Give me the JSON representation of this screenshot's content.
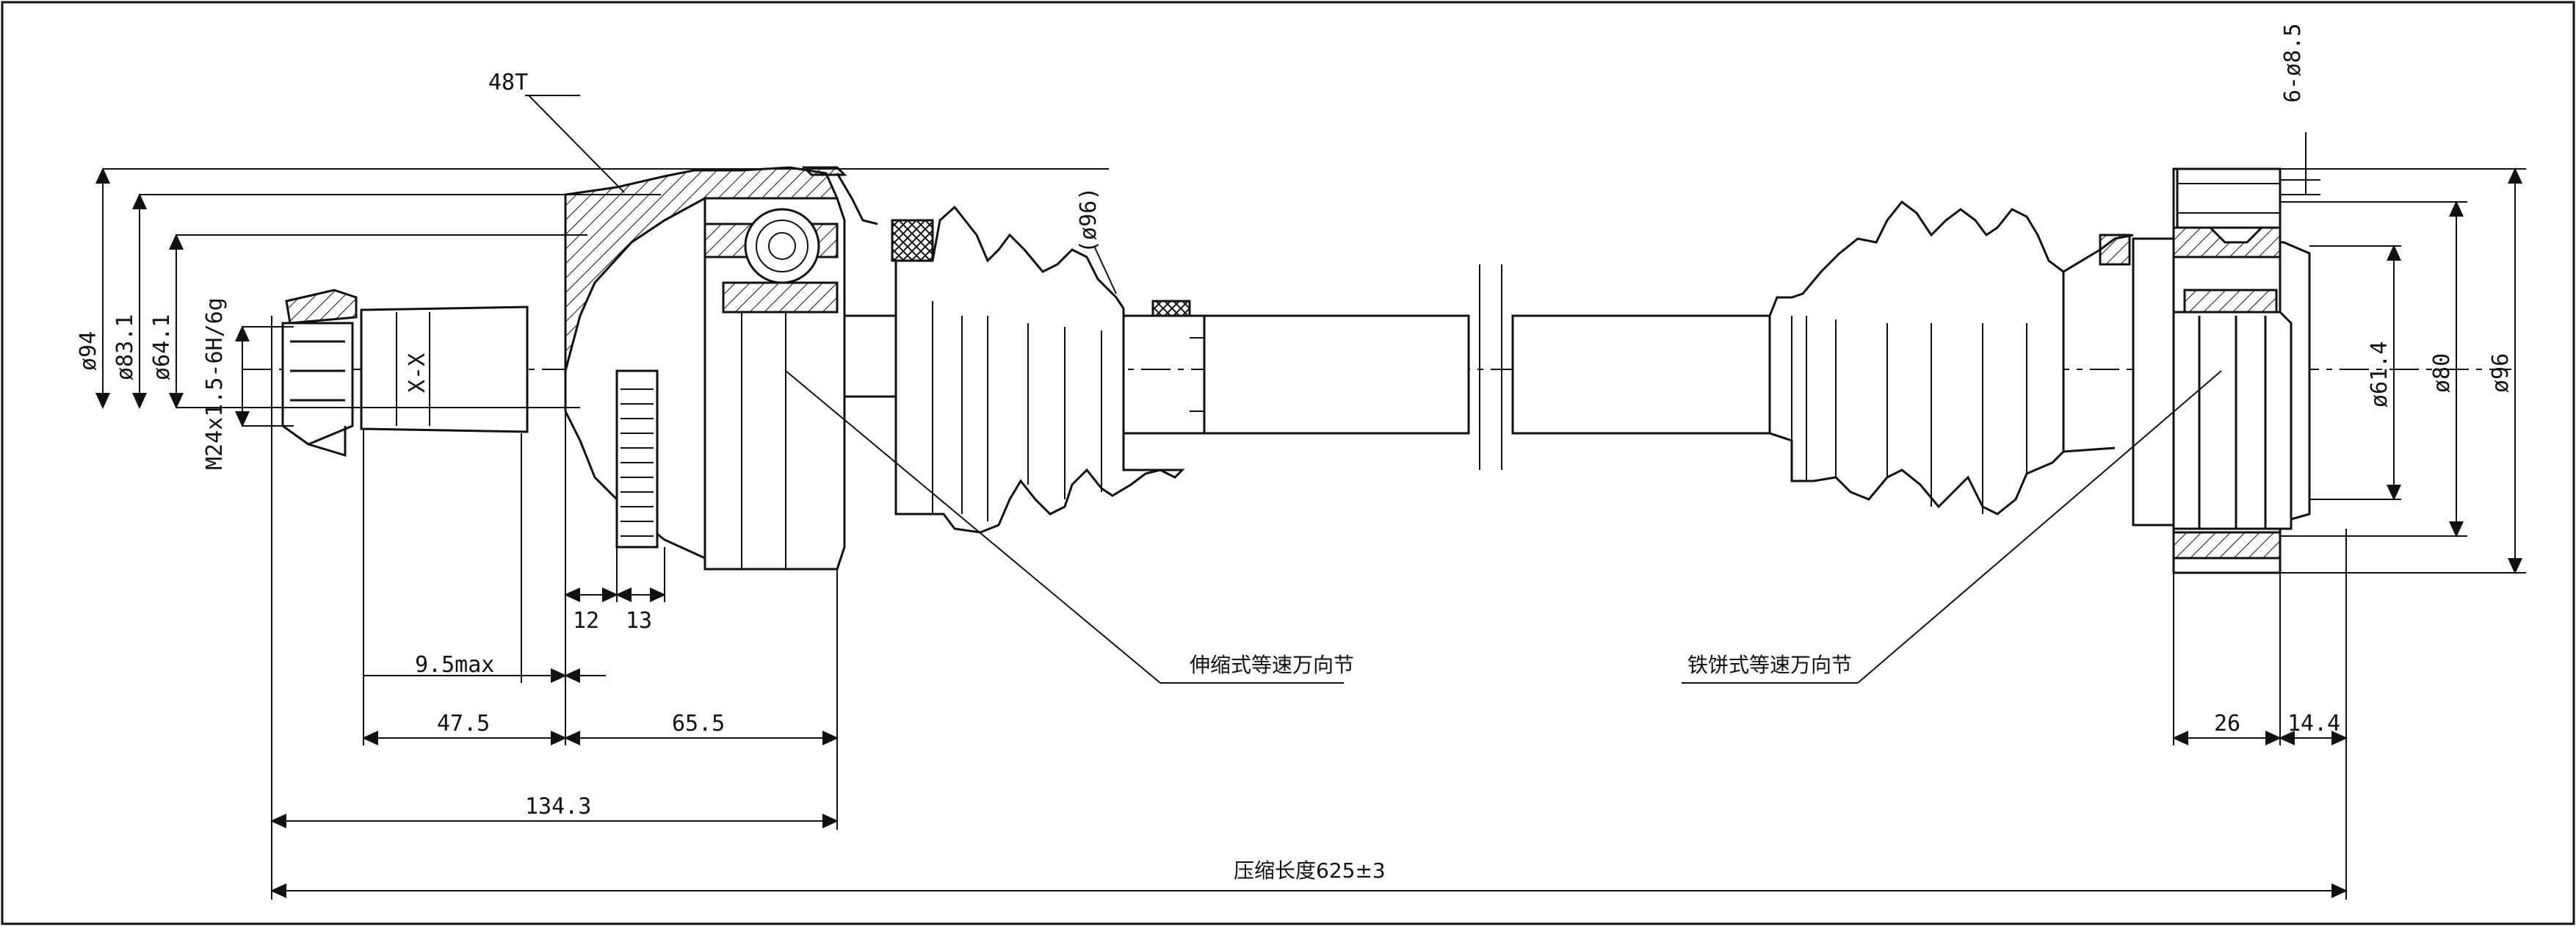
{
  "colors": {
    "ink": "#111111",
    "paper": "#ffffff"
  },
  "labels": {
    "teeth": "48T",
    "holes": "6-ø8.5",
    "section": "X-X",
    "thread": "M24x1.5-6H/6g",
    "joint_left": "伸缩式等速万向节",
    "joint_right": "铁饼式等速万向节",
    "boot_dia": "(ø96)"
  },
  "diameters_left": {
    "d94": "ø94",
    "d83": "ø83.1",
    "d64": "ø64.1"
  },
  "diameters_right": {
    "d61": "ø61.4",
    "d80": "ø80",
    "d96": "ø96"
  },
  "dimensions": {
    "d12": "12",
    "d13": "13",
    "d9_5": "9.5max",
    "d47_5": "47.5",
    "d65_5": "65.5",
    "d134_3": "134.3",
    "d26": "26",
    "d14_4": "14.4",
    "total": "压缩长度625±3"
  }
}
